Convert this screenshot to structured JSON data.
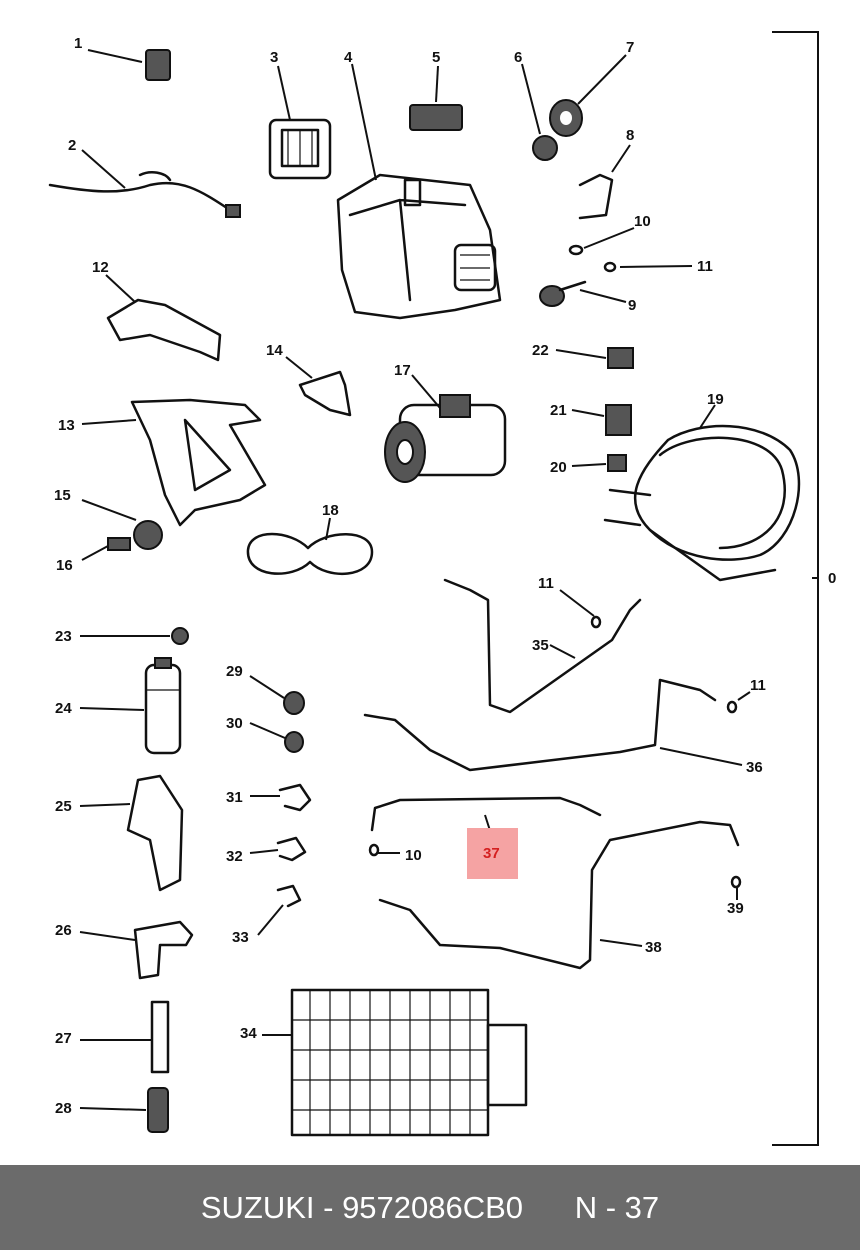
{
  "diagram": {
    "group_label": "0",
    "highlighted_part": "37",
    "callouts": {
      "c1": "1",
      "c2": "2",
      "c3": "3",
      "c4": "4",
      "c5": "5",
      "c6": "6",
      "c7": "7",
      "c8": "8",
      "c9": "9",
      "c10a": "10",
      "c11a": "11",
      "c12": "12",
      "c13": "13",
      "c14": "14",
      "c15": "15",
      "c16": "16",
      "c17": "17",
      "c18": "18",
      "c19": "19",
      "c20": "20",
      "c21": "21",
      "c22": "22",
      "c23": "23",
      "c24": "24",
      "c25": "25",
      "c26": "26",
      "c27": "27",
      "c28": "28",
      "c29": "29",
      "c30": "30",
      "c31": "31",
      "c32": "32",
      "c33": "33",
      "c34": "34",
      "c35": "35",
      "c36": "36",
      "c11b": "11",
      "c11c": "11",
      "c10b": "10",
      "c37": "37",
      "c38": "38",
      "c39": "39"
    }
  },
  "footer": {
    "brand": "SUZUKI",
    "part_number": "9572086CB0",
    "position": "N - 37"
  }
}
